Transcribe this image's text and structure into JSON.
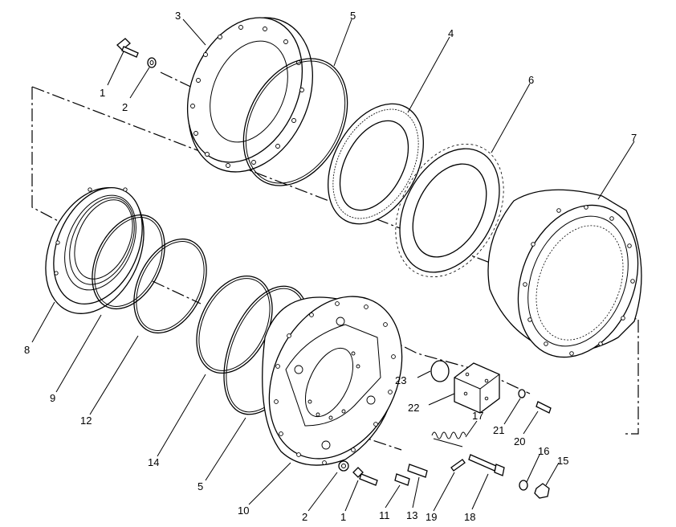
{
  "callouts": [
    {
      "id": "c1a",
      "text": "1"
    },
    {
      "id": "c2a",
      "text": "2"
    },
    {
      "id": "c3",
      "text": "3"
    },
    {
      "id": "c5a",
      "text": "5"
    },
    {
      "id": "c4",
      "text": "4"
    },
    {
      "id": "c6",
      "text": "6"
    },
    {
      "id": "c7",
      "text": "7"
    },
    {
      "id": "c8",
      "text": "8"
    },
    {
      "id": "c9",
      "text": "9"
    },
    {
      "id": "c12",
      "text": "12"
    },
    {
      "id": "c14",
      "text": "14"
    },
    {
      "id": "c5b",
      "text": "5"
    },
    {
      "id": "c10",
      "text": "10"
    },
    {
      "id": "c2b",
      "text": "2"
    },
    {
      "id": "c1b",
      "text": "1"
    },
    {
      "id": "c11",
      "text": "11"
    },
    {
      "id": "c13",
      "text": "13"
    },
    {
      "id": "c19",
      "text": "19"
    },
    {
      "id": "c18",
      "text": "18"
    },
    {
      "id": "c17",
      "text": "17"
    },
    {
      "id": "c23",
      "text": "23"
    },
    {
      "id": "c22",
      "text": "22"
    },
    {
      "id": "c21",
      "text": "21"
    },
    {
      "id": "c20",
      "text": "20"
    },
    {
      "id": "c16",
      "text": "16"
    },
    {
      "id": "c15",
      "text": "15"
    }
  ]
}
